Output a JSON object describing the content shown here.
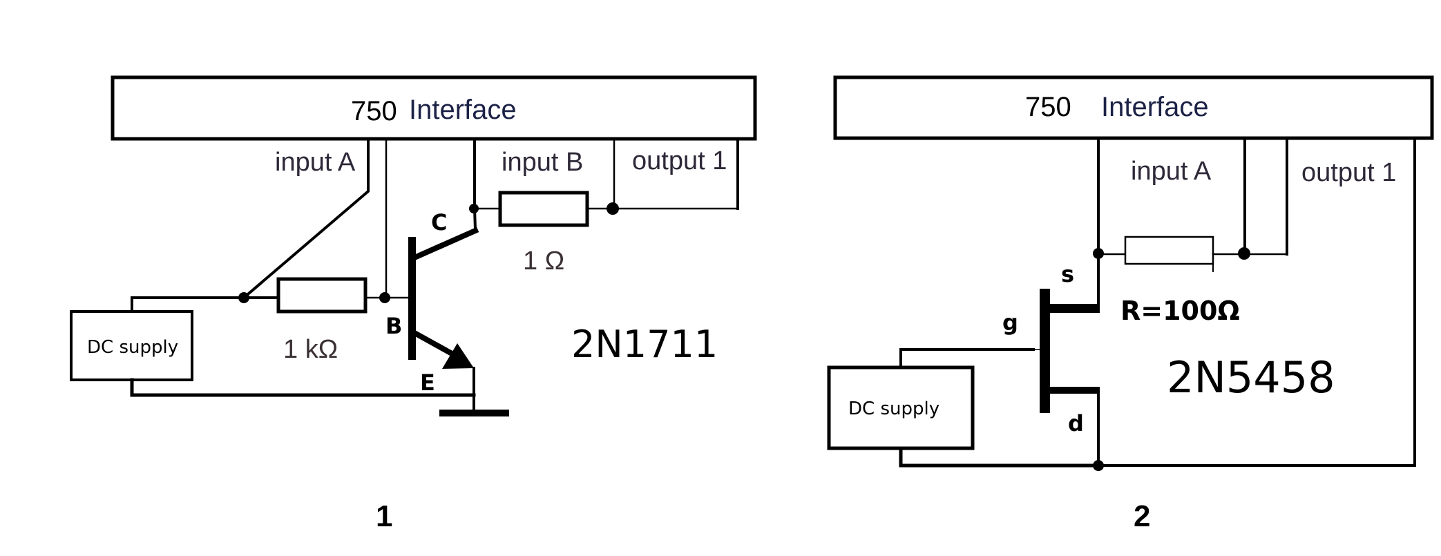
{
  "diagrams": [
    {
      "figure_number": "1",
      "interface_label_num": "750",
      "interface_label_text": "Interface",
      "ports": {
        "input_a": "input A",
        "input_b": "input B",
        "output_1": "output 1"
      },
      "supply_label": "DC supply",
      "base_resistor": "1 kΩ",
      "collector_resistor": "1 Ω",
      "terminals": {
        "collector": "C",
        "base": "B",
        "emitter": "E"
      },
      "part_number": "2N1711",
      "device_type": "NPN bipolar transistor"
    },
    {
      "figure_number": "2",
      "interface_label_num": "750",
      "interface_label_text": "Interface",
      "ports": {
        "input_a": "input A",
        "output_1": "output 1"
      },
      "supply_label": "DC supply",
      "resistor_label": "R=100Ω",
      "terminals": {
        "source": "s",
        "gate": "g",
        "drain": "d"
      },
      "part_number": "2N5458",
      "device_type": "N-channel JFET"
    }
  ]
}
